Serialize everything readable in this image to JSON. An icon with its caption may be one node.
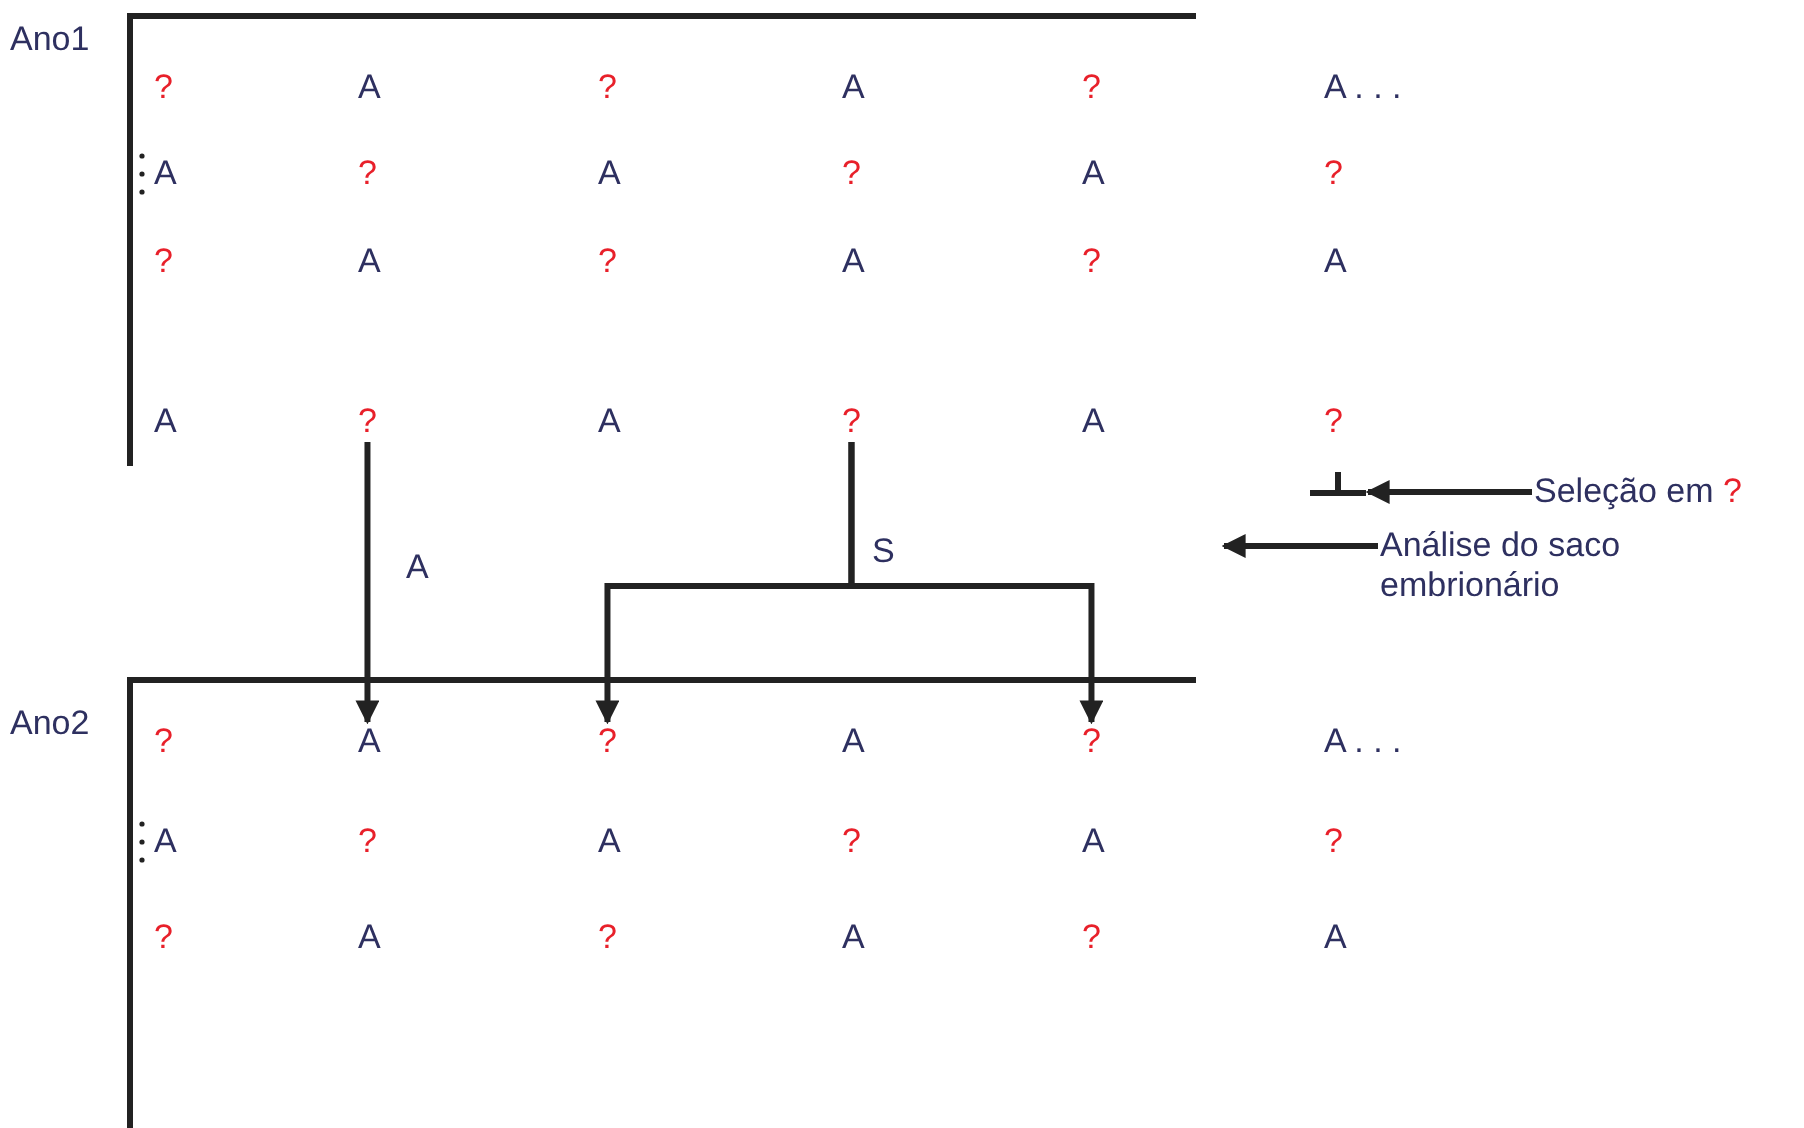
{
  "diagram": {
    "nodes": [
      {
        "text": [
          "?"
        ]
      },
      {
        "text": [
          "?"
        ]
      },
      {
        "text": [],
        "shape": "bar"
      },
      {
        "text": [
          "Seleção em",
          "?"
        ]
      },
      {
        "text": [
          "Análise do saco embrionário"
        ]
      },
      {
        "text": [
          "A"
        ]
      },
      {
        "text": [
          "?"
        ]
      },
      {
        "text": [
          "?"
        ]
      }
    ],
    "edges": [
      {
        "from": 0,
        "to": 5,
        "arrow": "to",
        "label": "A"
      },
      {
        "from": 1,
        "to": 6,
        "arrow": "to",
        "label": "S"
      },
      {
        "from": 1,
        "to": 7,
        "arrow": "to"
      },
      {
        "from": 3,
        "to": 2,
        "arrow": "to"
      },
      {
        "from": 4,
        "to": null,
        "arrow": "to"
      }
    ],
    "labels": [
      "Ano1",
      "?",
      "A",
      "?",
      "A",
      "?",
      "A . . .",
      "A",
      "?",
      "A",
      "?",
      "A",
      "?",
      "?",
      "A",
      "?",
      "A",
      "?",
      "A",
      "A",
      "A",
      "A",
      "?",
      "Ano2",
      "?",
      "A",
      "A . . .",
      "A",
      "?",
      "A",
      "?",
      "A",
      "?",
      "?",
      "A",
      "?",
      "A",
      "?",
      "A"
    ]
  }
}
